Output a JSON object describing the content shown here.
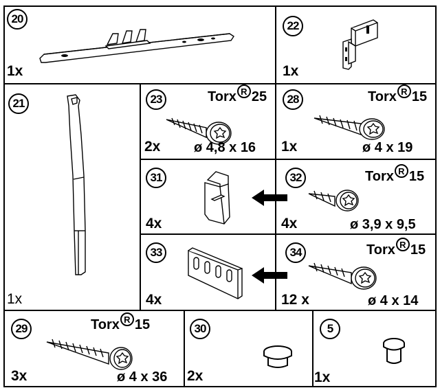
{
  "parts": {
    "p20": {
      "num": "20",
      "qty": "1x"
    },
    "p22": {
      "num": "22",
      "qty": "1x"
    },
    "p21": {
      "num": "21",
      "qty": "1x"
    },
    "p23": {
      "num": "23",
      "qty": "2x",
      "torx_label": "Torx",
      "torx_size": "25",
      "dim": "ø 4,8 x 16"
    },
    "p28": {
      "num": "28",
      "qty": "1x",
      "torx_label": "Torx",
      "torx_size": "15",
      "dim": "ø 4 x 19"
    },
    "p31": {
      "num": "31",
      "qty": "4x"
    },
    "p32": {
      "num": "32",
      "qty": "4x",
      "torx_label": "Torx",
      "torx_size": "15",
      "dim": "ø 3,9 x 9,5"
    },
    "p33": {
      "num": "33",
      "qty": "4x"
    },
    "p34": {
      "num": "34",
      "qty": "12 x",
      "torx_label": "Torx",
      "torx_size": "15",
      "dim": "ø 4 x 14"
    },
    "p29": {
      "num": "29",
      "qty": "3x",
      "torx_label": "Torx",
      "torx_size": "15",
      "dim": "ø 4 x 36"
    },
    "p30": {
      "num": "30",
      "qty": "2x"
    },
    "p5": {
      "num": "5",
      "qty": "1x"
    }
  },
  "registered_mark": "R",
  "icons": {
    "arrow": "left-arrow-icon",
    "screw": "torx-screw-icon",
    "cap": "cover-cap-icon"
  }
}
